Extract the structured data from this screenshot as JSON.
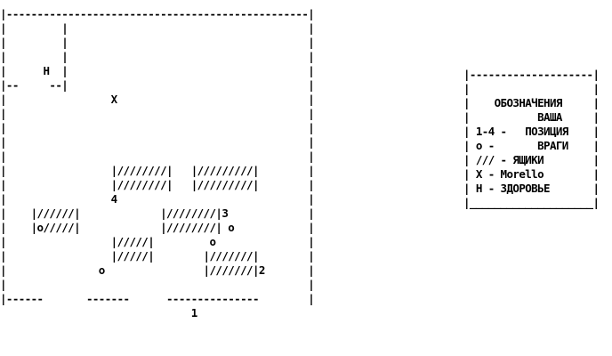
{
  "map": {
    "rows": [
      "|-------------------------------------------------|",
      "|         |                                       |",
      "|         |                                       |",
      "|         |                                       |",
      "|      H  |                                       |",
      "|--     --|                                       |",
      "|                 X                               |",
      "|                                                 |",
      "|                                                 |",
      "|                                                 |",
      "|                                                 |",
      "|                 |////////|   |/////////|        |",
      "|                 |////////|   |/////////|        |",
      "|                 4                               |",
      "|    |//////|             |////////|3             |",
      "|    |o/////|             |////////| o            |",
      "|                 |/////|         o               |",
      "|                 |/////|        |///////|        |",
      "|               o                |///////|2       |",
      "|                                                 |",
      "|------       -------      ---------------        |",
      "                               1                   "
    ]
  },
  "legend": {
    "rows": [
      "|--------------------|",
      "|                    |",
      "|    ОБОЗНАЧЕНИЯ     |",
      "|           ВАША     |",
      "| 1-4 -   ПОЗИЦИЯ    |",
      "| o -       ВРАГИ    |",
      "| /// - ЯЩИКИ        |",
      "| X - Morello        |",
      "| H - ЗДОРОВЬЕ       |",
      "|____________________|"
    ]
  }
}
